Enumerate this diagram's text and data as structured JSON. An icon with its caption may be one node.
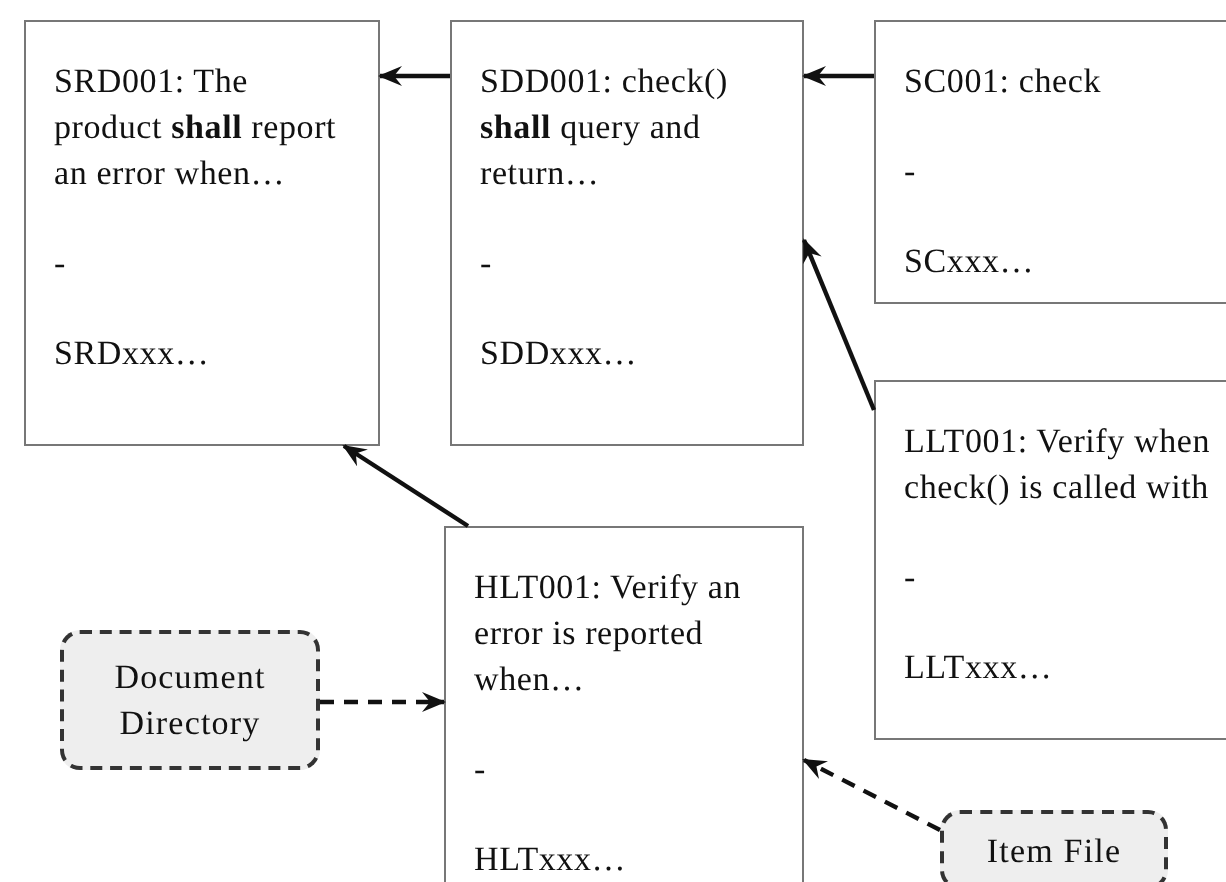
{
  "diagram": {
    "nodes": [
      {
        "text": [
          "SRD001: The product **shall** report an error when…",
          "-",
          "SRDxxx…"
        ]
      },
      {
        "text": [
          "SDD001: check() **shall** query and return…",
          "-",
          "SDDxxx…"
        ]
      },
      {
        "text": [
          "SC001: check",
          "-",
          "SCxxx…"
        ]
      },
      {
        "text": [
          "LLT001: Verify when check() is called with",
          "-",
          "LLTxxx…"
        ]
      },
      {
        "text": [
          "HLT001: Verify an error is reported when…",
          "-",
          "HLTxxx…"
        ]
      },
      {
        "text": [
          "Document Directory"
        ]
      },
      {
        "text": [
          "Item File"
        ]
      }
    ],
    "edges": [
      {
        "from": 1,
        "to": 0,
        "arrow": "to"
      },
      {
        "from": 2,
        "to": 1,
        "arrow": "to"
      },
      {
        "from": 3,
        "to": 1,
        "arrow": "to"
      },
      {
        "from": 4,
        "to": 0,
        "arrow": "to"
      },
      {
        "from": 5,
        "to": 4,
        "arrow": "to",
        "style": "dashed"
      },
      {
        "from": 6,
        "to": 4,
        "arrow": "to",
        "style": "dashed"
      }
    ]
  }
}
